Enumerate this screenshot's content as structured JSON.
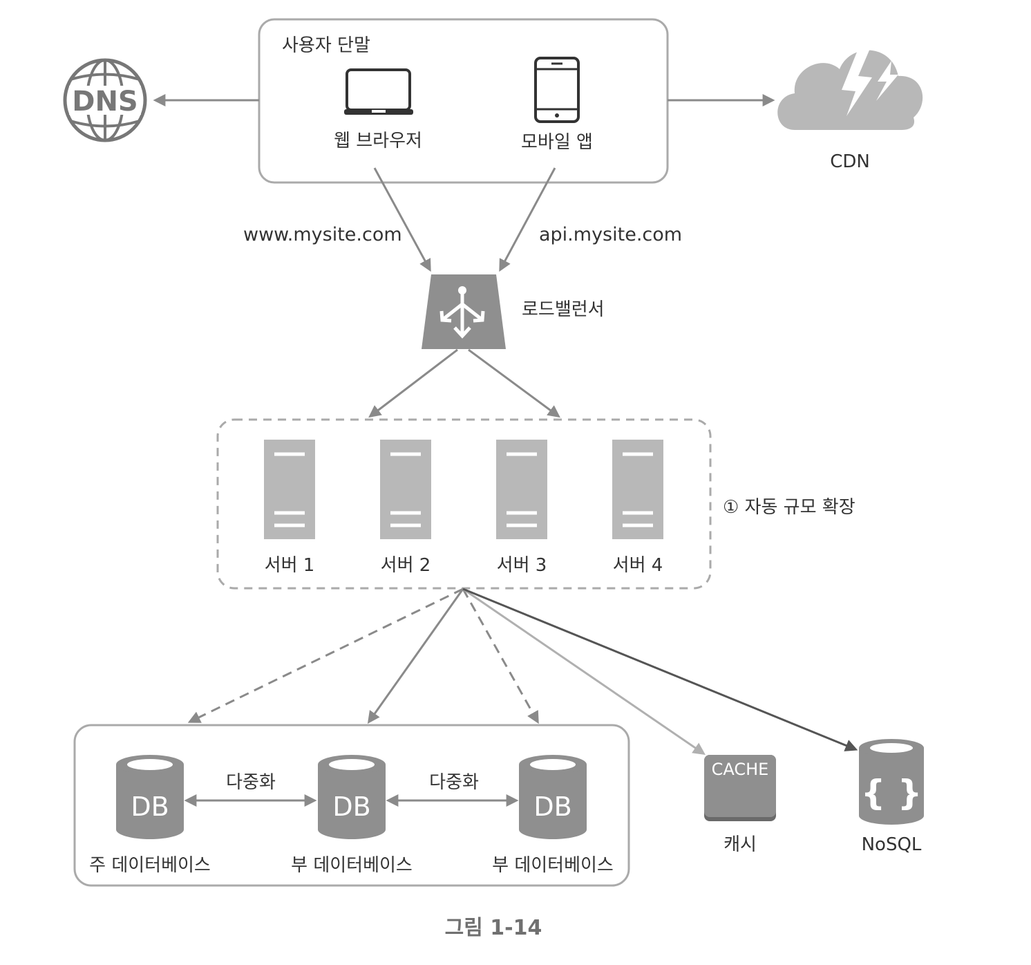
{
  "client_group": {
    "title": "사용자 단말",
    "web_browser": "웹 브라우저",
    "mobile_app": "모바일 앱"
  },
  "dns": {
    "label": "DNS"
  },
  "cdn": {
    "label": "CDN"
  },
  "urls": {
    "web": "www.mysite.com",
    "api": "api.mysite.com"
  },
  "load_balancer": {
    "label": "로드밸런서"
  },
  "servers": [
    {
      "label": "서버 1"
    },
    {
      "label": "서버 2"
    },
    {
      "label": "서버 3"
    },
    {
      "label": "서버 4"
    }
  ],
  "autoscale": {
    "label": "① 자동 규모 확장"
  },
  "databases": [
    {
      "icon_text": "DB",
      "label": "주 데이터베이스"
    },
    {
      "icon_text": "DB",
      "label": "부 데이터베이스"
    },
    {
      "icon_text": "DB",
      "label": "부 데이터베이스"
    }
  ],
  "replication": [
    "다중화",
    "다중화"
  ],
  "cache": {
    "icon_text": "CACHE",
    "label": "캐시"
  },
  "nosql": {
    "icon_text": "{ }",
    "label": "NoSQL"
  },
  "caption": "그림 1-14",
  "colors": {
    "icon_gray": "#8f8f8f",
    "light_gray": "#b8b8b8",
    "dark_gray": "#6a6a6a",
    "line_gray": "#8a8a8a"
  }
}
